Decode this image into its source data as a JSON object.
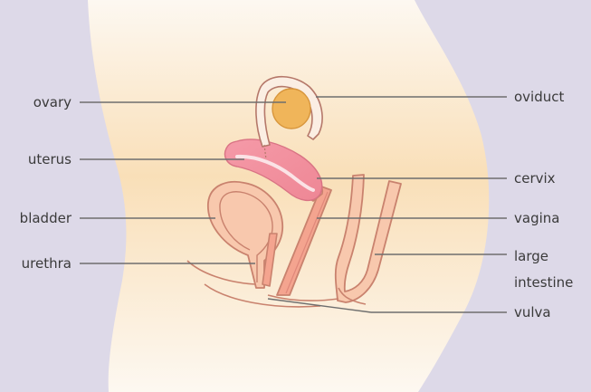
{
  "diagram": {
    "labels": {
      "ovary": "ovary",
      "uterus": "uterus",
      "bladder": "bladder",
      "urethra": "urethra",
      "oviduct": "oviduct",
      "cervix": "cervix",
      "vagina": "vagina",
      "large_intestine_line1": "large",
      "large_intestine_line2": "intestine",
      "vulva": "vulva"
    },
    "colors": {
      "background": "#ddd9e8",
      "body_light": "#fdf6ec",
      "body_warm": "#f9ddb4",
      "outline": "#c9826e",
      "ovary": "#f0b55a",
      "uterus": "#f39aa6",
      "organ_fill": "#f8c8ad",
      "label_text": "#3a3a3a",
      "leader_line": "#6e6e6e"
    }
  }
}
